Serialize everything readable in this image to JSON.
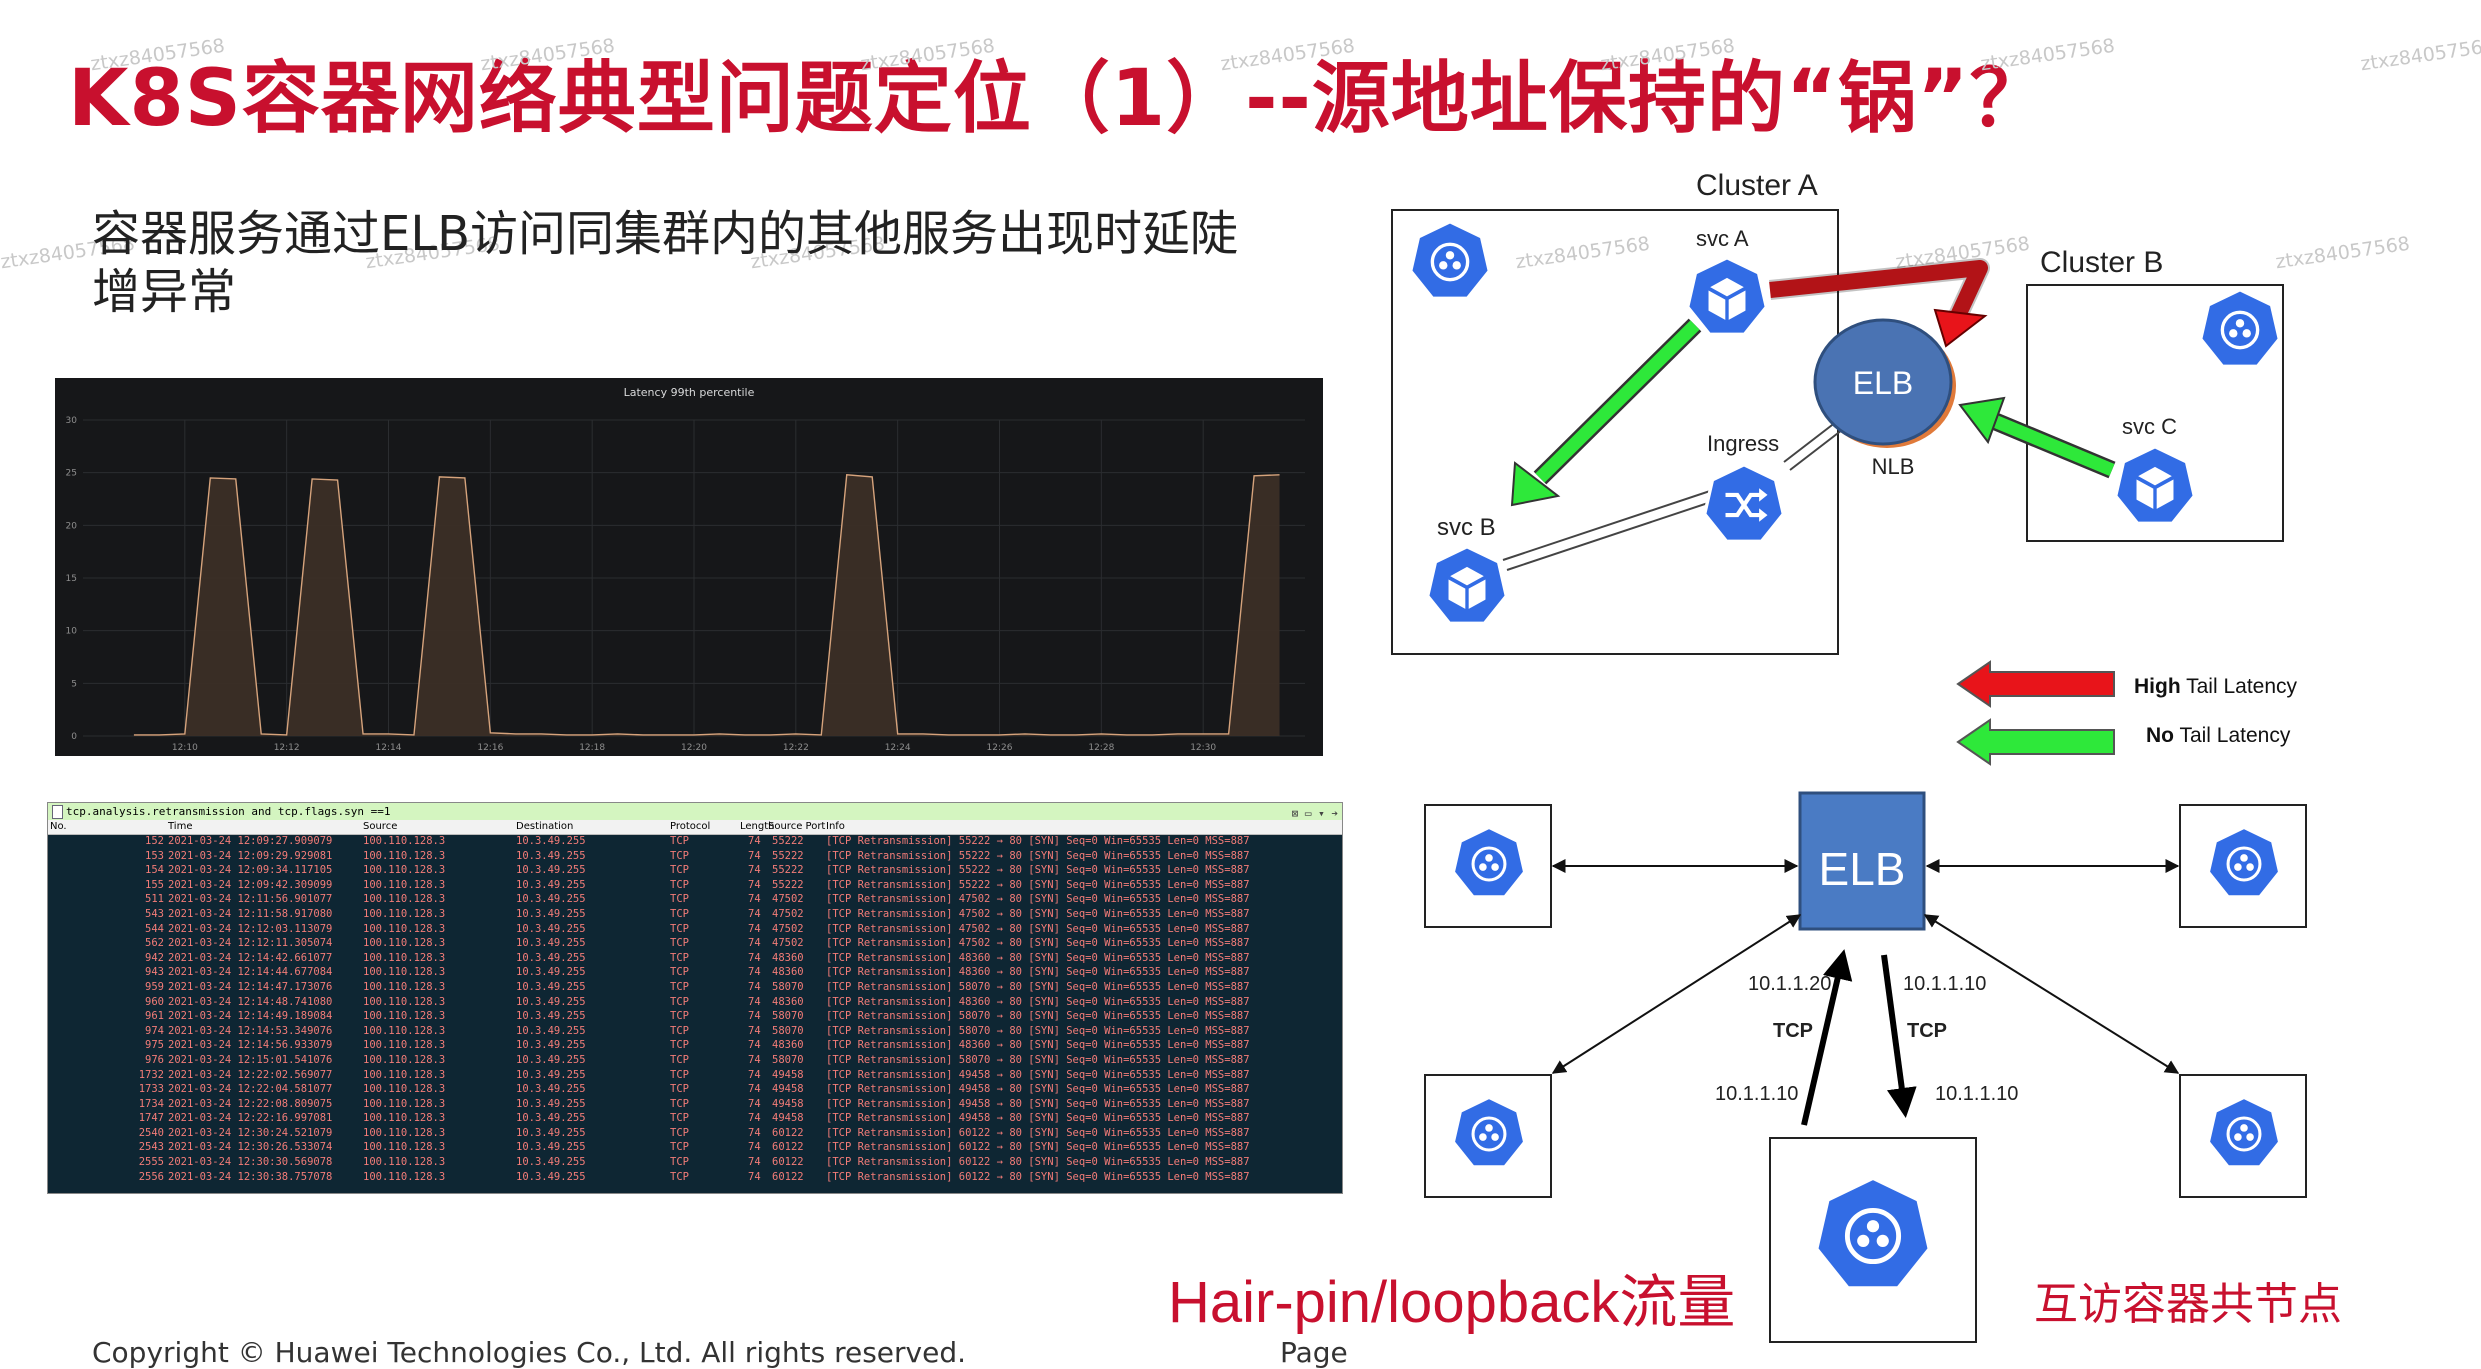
{
  "title": "K8S容器网络典型问题定位（1）--源地址保持的“锅”？",
  "subtitle": "容器服务通过ELB访问同集群内的其他服务出现时延陡增异常",
  "watermark": "ztxz84057568",
  "footer": "Copyright © Huawei Technologies Co., Ltd. All rights reserved.",
  "footer_right": "Page",
  "chart_data": {
    "type": "area",
    "title": "Latency 99th percentile",
    "xlabel": "",
    "ylabel": "",
    "ylim": [
      0,
      30
    ],
    "yticks": [
      "0",
      "5",
      "10",
      "15",
      "20",
      "25",
      "30"
    ],
    "xticks": [
      "12:10",
      "12:12",
      "12:14",
      "12:16",
      "12:18",
      "12:20",
      "12:22",
      "12:24",
      "12:26",
      "12:28",
      "12:30"
    ],
    "series": [
      {
        "name": "",
        "x": [
          9.0,
          9.5,
          10.0,
          10.5,
          11.0,
          11.5,
          12.0,
          12.5,
          13.0,
          13.5,
          14.0,
          14.5,
          15.0,
          15.5,
          16.0,
          16.5,
          17.0,
          17.5,
          18.0,
          18.5,
          19.0,
          19.5,
          20.0,
          20.5,
          21.0,
          21.5,
          22.0,
          22.5,
          23.0,
          23.5,
          24.0,
          24.5,
          25.0,
          25.5,
          26.0,
          26.5,
          27.0,
          27.5,
          28.0,
          28.5,
          29.0,
          29.5,
          30.0,
          30.5,
          31.0,
          31.5
        ],
        "values": [
          0.1,
          0.1,
          0.2,
          24.5,
          24.4,
          0.2,
          0.1,
          24.4,
          24.3,
          0.2,
          0.2,
          0.1,
          24.6,
          24.5,
          0.3,
          0.2,
          0.2,
          0.1,
          0.1,
          0.2,
          0.1,
          0.1,
          0.1,
          0.2,
          0.1,
          0.1,
          0.2,
          0.1,
          24.8,
          24.6,
          0.2,
          0.2,
          0.1,
          0.1,
          0.1,
          0.2,
          0.1,
          0.1,
          0.2,
          0.1,
          0.1,
          0.2,
          0.2,
          0.2,
          24.7,
          24.8
        ]
      }
    ]
  },
  "wireshark": {
    "filter": "tcp.analysis.retransmission and tcp.flags.syn ==1",
    "columns": [
      "No.",
      "Time",
      "Source",
      "Destination",
      "Protocol",
      "Length",
      "Source Port",
      "Info"
    ],
    "rows": [
      [
        "152",
        "2021-03-24 12:09:27.909079",
        "100.110.128.3",
        "10.3.49.255",
        "TCP",
        "74",
        "55222",
        "[TCP Retransmission] 55222 → 80 [SYN] Seq=0 Win=65535 Len=0 MSS=887"
      ],
      [
        "153",
        "2021-03-24 12:09:29.929081",
        "100.110.128.3",
        "10.3.49.255",
        "TCP",
        "74",
        "55222",
        "[TCP Retransmission] 55222 → 80 [SYN] Seq=0 Win=65535 Len=0 MSS=887"
      ],
      [
        "154",
        "2021-03-24 12:09:34.117105",
        "100.110.128.3",
        "10.3.49.255",
        "TCP",
        "74",
        "55222",
        "[TCP Retransmission] 55222 → 80 [SYN] Seq=0 Win=65535 Len=0 MSS=887"
      ],
      [
        "155",
        "2021-03-24 12:09:42.309099",
        "100.110.128.3",
        "10.3.49.255",
        "TCP",
        "74",
        "55222",
        "[TCP Retransmission] 55222 → 80 [SYN] Seq=0 Win=65535 Len=0 MSS=887"
      ],
      [
        "511",
        "2021-03-24 12:11:56.901077",
        "100.110.128.3",
        "10.3.49.255",
        "TCP",
        "74",
        "47502",
        "[TCP Retransmission] 47502 → 80 [SYN] Seq=0 Win=65535 Len=0 MSS=887"
      ],
      [
        "543",
        "2021-03-24 12:11:58.917080",
        "100.110.128.3",
        "10.3.49.255",
        "TCP",
        "74",
        "47502",
        "[TCP Retransmission] 47502 → 80 [SYN] Seq=0 Win=65535 Len=0 MSS=887"
      ],
      [
        "544",
        "2021-03-24 12:12:03.113079",
        "100.110.128.3",
        "10.3.49.255",
        "TCP",
        "74",
        "47502",
        "[TCP Retransmission] 47502 → 80 [SYN] Seq=0 Win=65535 Len=0 MSS=887"
      ],
      [
        "562",
        "2021-03-24 12:12:11.305074",
        "100.110.128.3",
        "10.3.49.255",
        "TCP",
        "74",
        "47502",
        "[TCP Retransmission] 47502 → 80 [SYN] Seq=0 Win=65535 Len=0 MSS=887"
      ],
      [
        "942",
        "2021-03-24 12:14:42.661077",
        "100.110.128.3",
        "10.3.49.255",
        "TCP",
        "74",
        "48360",
        "[TCP Retransmission] 48360 → 80 [SYN] Seq=0 Win=65535 Len=0 MSS=887"
      ],
      [
        "943",
        "2021-03-24 12:14:44.677084",
        "100.110.128.3",
        "10.3.49.255",
        "TCP",
        "74",
        "48360",
        "[TCP Retransmission] 48360 → 80 [SYN] Seq=0 Win=65535 Len=0 MSS=887"
      ],
      [
        "959",
        "2021-03-24 12:14:47.173076",
        "100.110.128.3",
        "10.3.49.255",
        "TCP",
        "74",
        "58070",
        "[TCP Retransmission] 58070 → 80 [SYN] Seq=0 Win=65535 Len=0 MSS=887"
      ],
      [
        "960",
        "2021-03-24 12:14:48.741080",
        "100.110.128.3",
        "10.3.49.255",
        "TCP",
        "74",
        "48360",
        "[TCP Retransmission] 48360 → 80 [SYN] Seq=0 Win=65535 Len=0 MSS=887"
      ],
      [
        "961",
        "2021-03-24 12:14:49.189084",
        "100.110.128.3",
        "10.3.49.255",
        "TCP",
        "74",
        "58070",
        "[TCP Retransmission] 58070 → 80 [SYN] Seq=0 Win=65535 Len=0 MSS=887"
      ],
      [
        "974",
        "2021-03-24 12:14:53.349076",
        "100.110.128.3",
        "10.3.49.255",
        "TCP",
        "74",
        "58070",
        "[TCP Retransmission] 58070 → 80 [SYN] Seq=0 Win=65535 Len=0 MSS=887"
      ],
      [
        "975",
        "2021-03-24 12:14:56.933079",
        "100.110.128.3",
        "10.3.49.255",
        "TCP",
        "74",
        "48360",
        "[TCP Retransmission] 48360 → 80 [SYN] Seq=0 Win=65535 Len=0 MSS=887"
      ],
      [
        "976",
        "2021-03-24 12:15:01.541076",
        "100.110.128.3",
        "10.3.49.255",
        "TCP",
        "74",
        "58070",
        "[TCP Retransmission] 58070 → 80 [SYN] Seq=0 Win=65535 Len=0 MSS=887"
      ],
      [
        "1732",
        "2021-03-24 12:22:02.569077",
        "100.110.128.3",
        "10.3.49.255",
        "TCP",
        "74",
        "49458",
        "[TCP Retransmission] 49458 → 80 [SYN] Seq=0 Win=65535 Len=0 MSS=887"
      ],
      [
        "1733",
        "2021-03-24 12:22:04.581077",
        "100.110.128.3",
        "10.3.49.255",
        "TCP",
        "74",
        "49458",
        "[TCP Retransmission] 49458 → 80 [SYN] Seq=0 Win=65535 Len=0 MSS=887"
      ],
      [
        "1734",
        "2021-03-24 12:22:08.809075",
        "100.110.128.3",
        "10.3.49.255",
        "TCP",
        "74",
        "49458",
        "[TCP Retransmission] 49458 → 80 [SYN] Seq=0 Win=65535 Len=0 MSS=887"
      ],
      [
        "1747",
        "2021-03-24 12:22:16.997081",
        "100.110.128.3",
        "10.3.49.255",
        "TCP",
        "74",
        "49458",
        "[TCP Retransmission] 49458 → 80 [SYN] Seq=0 Win=65535 Len=0 MSS=887"
      ],
      [
        "2540",
        "2021-03-24 12:30:24.521079",
        "100.110.128.3",
        "10.3.49.255",
        "TCP",
        "74",
        "60122",
        "[TCP Retransmission] 60122 → 80 [SYN] Seq=0 Win=65535 Len=0 MSS=887"
      ],
      [
        "2543",
        "2021-03-24 12:30:26.533074",
        "100.110.128.3",
        "10.3.49.255",
        "TCP",
        "74",
        "60122",
        "[TCP Retransmission] 60122 → 80 [SYN] Seq=0 Win=65535 Len=0 MSS=887"
      ],
      [
        "2555",
        "2021-03-24 12:30:30.569078",
        "100.110.128.3",
        "10.3.49.255",
        "TCP",
        "74",
        "60122",
        "[TCP Retransmission] 60122 → 80 [SYN] Seq=0 Win=65535 Len=0 MSS=887"
      ],
      [
        "2556",
        "2021-03-24 12:30:38.757078",
        "100.110.128.3",
        "10.3.49.255",
        "TCP",
        "74",
        "60122",
        "[TCP Retransmission] 60122 → 80 [SYN] Seq=0 Win=65535 Len=0 MSS=887"
      ]
    ]
  },
  "diagram_top": {
    "cluster_a": "Cluster A",
    "cluster_b": "Cluster B",
    "svc_a": "svc A",
    "svc_b": "svc B",
    "svc_c": "svc C",
    "ingress": "Ingress",
    "elb": "ELB",
    "nlb": "NLB",
    "legend_high_bold": "High",
    "legend_high_rest": " Tail Latency",
    "legend_no_bold": "No",
    "legend_no_rest": " Tail Latency",
    "colors": {
      "red": "#e8141a",
      "green": "#2ee83a",
      "k8s_blue": "#326ce5",
      "elb_fill": "#4a73b3"
    }
  },
  "diagram_bottom": {
    "elb": "ELB",
    "ip_left_top": "10.1.1.20",
    "ip_right_top": "10.1.1.10",
    "tcp_left": "TCP",
    "tcp_right": "TCP",
    "ip_left_bottom": "10.1.1.10",
    "ip_right_bottom": "10.1.1.10",
    "hairpin": "Hair-pin/loopback流量",
    "colocated": "互访容器共节点"
  }
}
